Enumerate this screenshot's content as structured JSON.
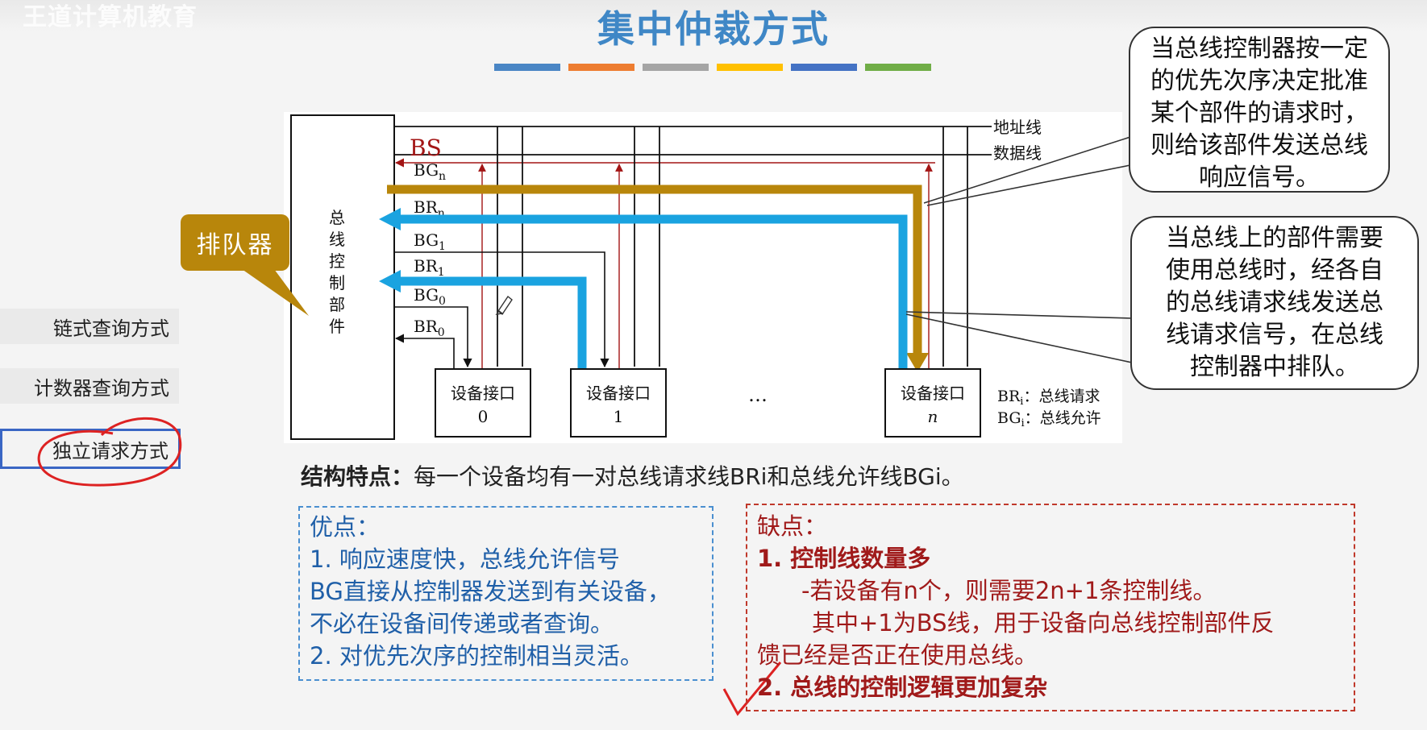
{
  "watermark": "王道计算机教育",
  "title": "集中仲裁方式",
  "color_bars": [
    "#4a86c5",
    "#ed7d31",
    "#a5a5a5",
    "#ffc000",
    "#4472c4",
    "#70ad47"
  ],
  "sidebar": {
    "items": [
      {
        "label": "链式查询方式"
      },
      {
        "label": "计数器查询方式"
      },
      {
        "label": "独立请求方式"
      }
    ]
  },
  "diagram": {
    "controller_chars": [
      "总",
      "线",
      "控",
      "制",
      "部",
      "件"
    ],
    "bus_address": "地址线",
    "bus_data": "数据线",
    "bs": "BS",
    "signals": {
      "bg_n": {
        "main": "BG",
        "sub": "n"
      },
      "br_n": {
        "main": "BR",
        "sub": "n"
      },
      "bg_1": {
        "main": "BG",
        "sub": "1"
      },
      "br_1": {
        "main": "BR",
        "sub": "1"
      },
      "bg_0": {
        "main": "BG",
        "sub": "0"
      },
      "br_0": {
        "main": "BR",
        "sub": "0"
      }
    },
    "devices": [
      {
        "label": "设备接口",
        "index": "0"
      },
      {
        "label": "设备接口",
        "index": "1"
      },
      {
        "label": "设备接口",
        "index": "n"
      }
    ],
    "ellipsis": "…",
    "legend": [
      {
        "main": "BR",
        "sub": "i",
        "desc": "：总线请求"
      },
      {
        "main": "BG",
        "sub": "i",
        "desc": "：总线允许"
      }
    ]
  },
  "queue_callout": "排队器",
  "bubble_grant": [
    "当总线控制器按一定",
    "的优先次序决定批准",
    "某个部件的请求时，",
    "则给该部件发送总线",
    "响应信号。"
  ],
  "bubble_request": [
    "当总线上的部件需要",
    "使用总线时，经各自",
    "的总线请求线发送总",
    "线请求信号，在总线",
    "控制器中排队。"
  ],
  "structure": {
    "label": "结构特点：",
    "text": "每一个设备均有一对总线请求线BRi和总线允许线BGi。"
  },
  "advantages": {
    "heading": "优点：",
    "lines": [
      "1.  响应速度快，总线允许信号",
      "BG直接从控制器发送到有关设备，",
      "不必在设备间传递或者查询。",
      "2.  对优先次序的控制相当灵活。"
    ]
  },
  "disadvantages": {
    "heading": "缺点：",
    "point1": "1.  控制线数量多",
    "sub1": "-若设备有n个，则需要2n+1条控制线。",
    "sub2": "其中+1为BS线，用于设备向总线控制部件反",
    "sub3": "馈已经是否正在使用总线。",
    "point2": "2.  总线的控制逻辑更加复杂"
  }
}
